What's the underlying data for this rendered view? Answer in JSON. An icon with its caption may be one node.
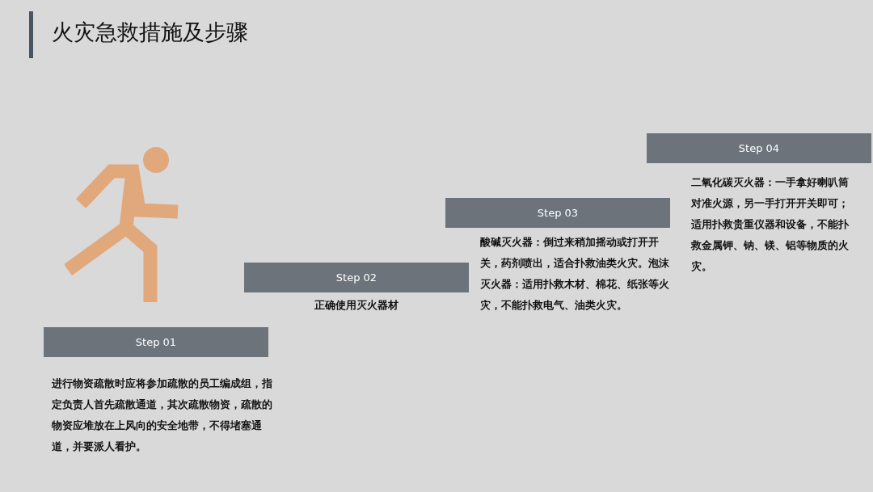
{
  "diagram": {
    "title": "火灾急救措施及步骤",
    "nodes": [
      {
        "text": [
          "Step 01"
        ],
        "beside": [
          "进行物资疏散时应将参加疏散的员工编成组，指定负责人首先疏散通道，其次疏散物资，疏散的物资应堆放在上风向的安全地带，不得堵塞通道，并要派人看护。"
        ]
      },
      {
        "text": [
          "Step 02"
        ],
        "beside": [
          "正确使用灭火器材"
        ]
      },
      {
        "text": [
          "Step 03"
        ],
        "beside": [
          "酸碱灭火器：倒过来稍加摇动或打开开关，药剂喷出，适合扑救油类火灾。泡沫灭火器：适用扑救木材、棉花、纸张等火灾，不能扑救电气、油类火灾。"
        ]
      },
      {
        "text": [
          "Step 04"
        ],
        "beside": [
          "二氧化碳灭火器：一手拿好喇叭筒对准火源，另一手打开开关即可；适用扑救贵重仪器和设备，不能扑救金属钾、钠、镁、铝等物质的火灾。"
        ]
      }
    ],
    "edges": []
  }
}
